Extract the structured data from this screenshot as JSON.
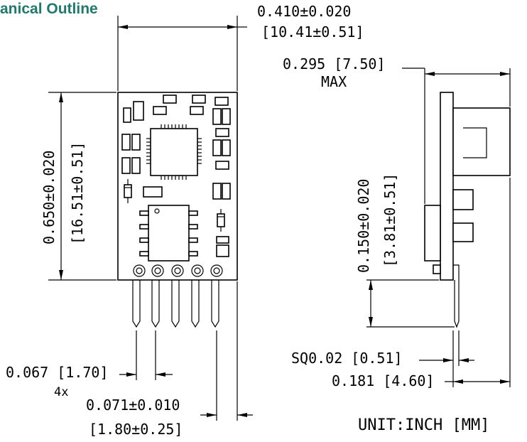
{
  "title": "anical Outline",
  "dimensions": {
    "width_in": "0.410±0.020",
    "width_mm": "[10.41±0.51]",
    "height_in": "0.650±0.020",
    "height_mm": "[16.51±0.51]",
    "max_in": "0.295 [7.50]",
    "max_label": "MAX",
    "pin_len_in": "0.150±0.020",
    "pin_len_mm": "[3.81±0.51]",
    "pin_pitch": "0.067 [1.70]",
    "pin_count": "4x",
    "pin_offset_in": "0.071±0.010",
    "pin_offset_mm": "[1.80±0.25]",
    "pin_square": "SQ0.02 [0.51]",
    "side_depth": "0.181 [4.60]"
  },
  "unit_label": "UNIT:INCH [MM]"
}
